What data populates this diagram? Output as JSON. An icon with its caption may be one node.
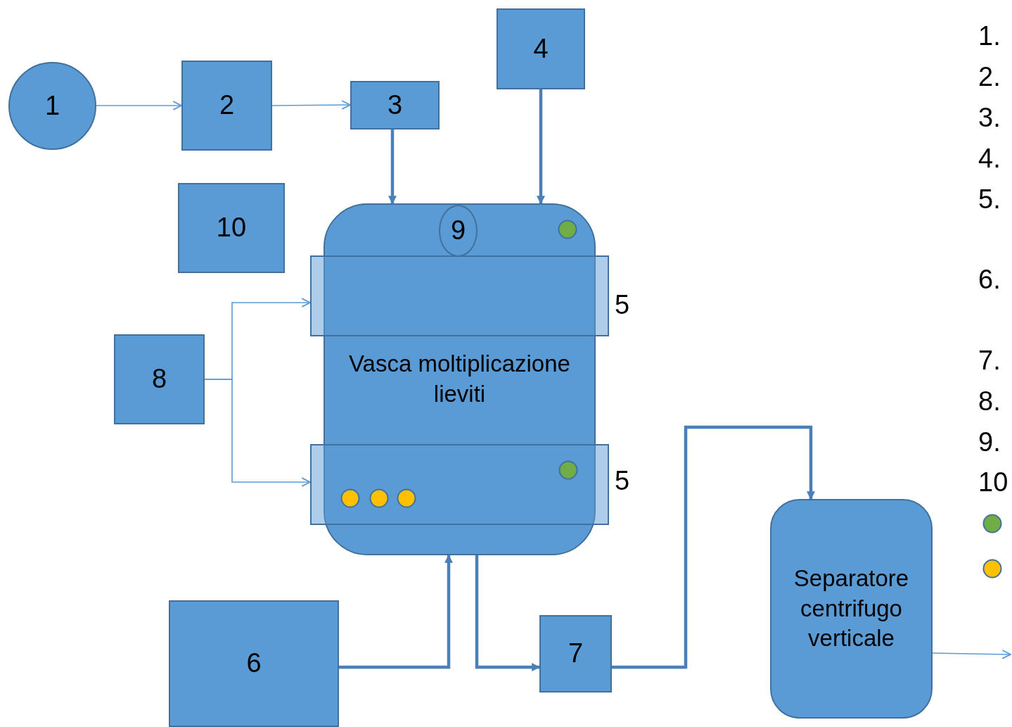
{
  "diagram": {
    "nodes": [
      {
        "text": [
          "1"
        ]
      },
      {
        "text": [
          "2"
        ]
      },
      {
        "text": [
          "3"
        ]
      },
      {
        "text": [
          "4"
        ]
      },
      {
        "text": [
          "10"
        ]
      },
      {
        "text": [
          "Vasca moltiplicazione lieviti"
        ]
      },
      {
        "text": [
          "9"
        ],
        "in": 5
      },
      {
        "text": [],
        "shape": "box",
        "beside": [
          "5"
        ]
      },
      {
        "text": [],
        "shape": "box",
        "beside": [
          "5"
        ]
      },
      {
        "text": [
          "8"
        ]
      },
      {
        "text": [
          "6"
        ]
      },
      {
        "text": [
          "7"
        ]
      },
      {
        "text": [
          "Separatore centrifugo verticale"
        ]
      }
    ],
    "edges": [
      {
        "from": 0,
        "to": 1,
        "arrow": "to"
      },
      {
        "from": 1,
        "to": 2,
        "arrow": "to"
      },
      {
        "from": 2,
        "to": 5,
        "arrow": "to",
        "style": "thick"
      },
      {
        "from": 3,
        "to": 5,
        "arrow": "to",
        "style": "thick"
      },
      {
        "from": 9,
        "to": 7,
        "arrow": "to"
      },
      {
        "from": 9,
        "to": 8,
        "arrow": "to"
      },
      {
        "from": 10,
        "to": 5,
        "arrow": "to",
        "style": "thick"
      },
      {
        "from": 5,
        "to": 11,
        "arrow": "to",
        "style": "thick"
      },
      {
        "from": 11,
        "to": 12,
        "arrow": "to",
        "style": "thick"
      },
      {
        "from": 12,
        "to": null,
        "arrow": "to"
      }
    ],
    "labels": [
      "1.",
      "2.",
      "3.",
      "4.",
      "5.",
      "6.",
      "7.",
      "8.",
      "9.",
      "10"
    ]
  }
}
